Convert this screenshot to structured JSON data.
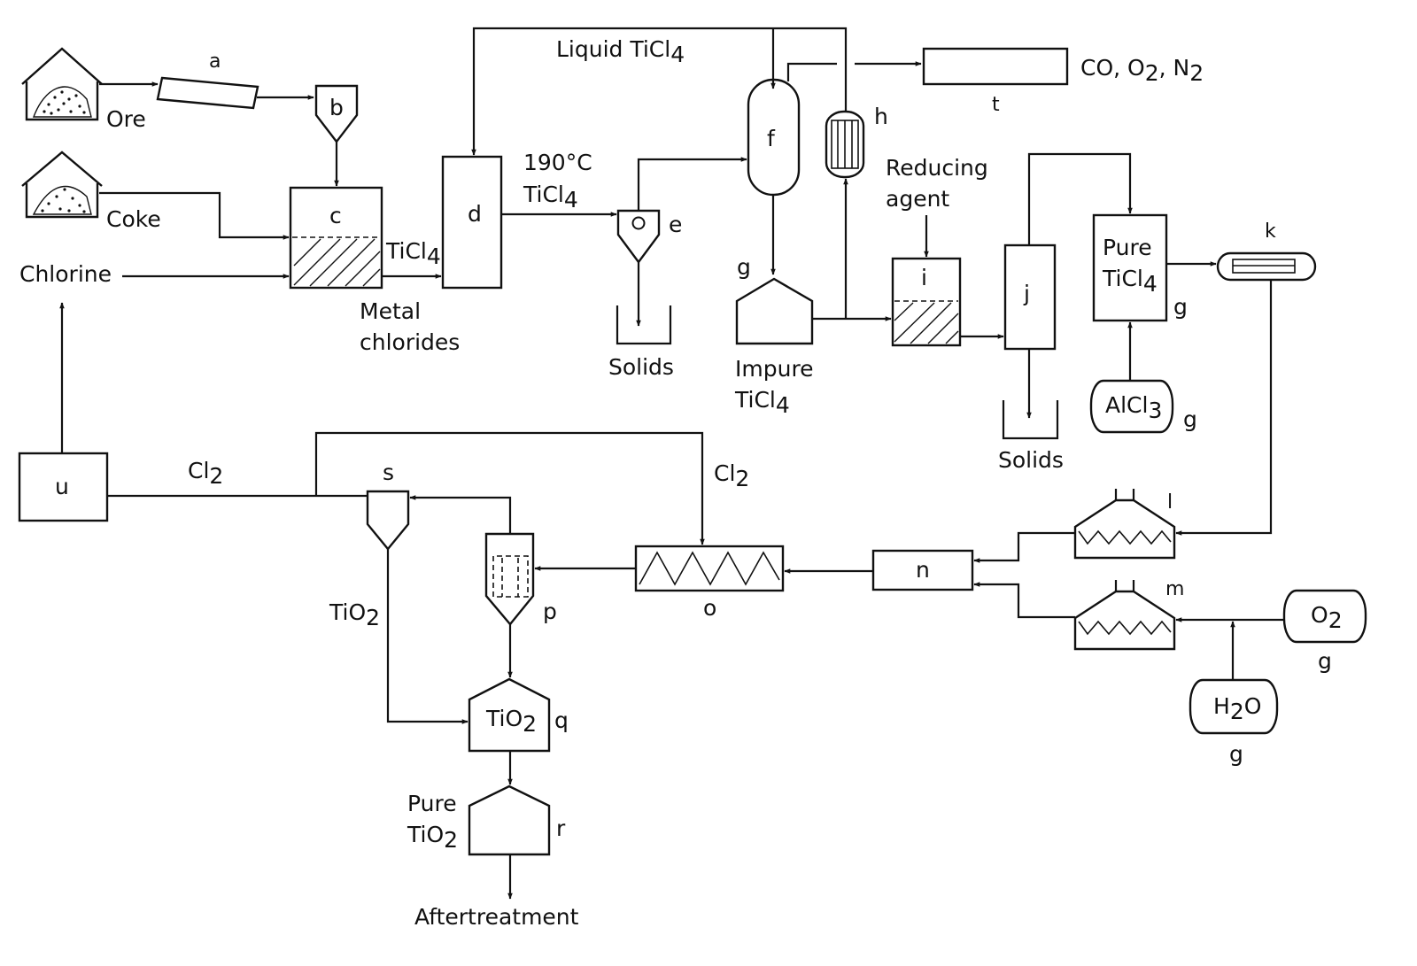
{
  "equipment": {
    "a": "a",
    "b": "b",
    "c": "c",
    "d": "d",
    "e": "e",
    "f": "f",
    "g1": "g",
    "g2": "g",
    "g3": "g",
    "g4": "g",
    "g5": "g",
    "h": "h",
    "i": "i",
    "j": "j",
    "k": "k",
    "l": "l",
    "m": "m",
    "n": "n",
    "o": "o",
    "p": "p",
    "q": "q",
    "r": "r",
    "s": "s",
    "t": "t",
    "u": "u"
  },
  "materials": {
    "ore": "Ore",
    "coke": "Coke",
    "chlorine": "Chlorine",
    "ticl4_c": {
      "main": "TiCl",
      "sub": "4"
    },
    "metal_chlorides_1": "Metal",
    "metal_chlorides_2": "chlorides",
    "temp_190": "190°C",
    "ticl4_d": {
      "main": "TiCl",
      "sub": "4"
    },
    "liquid_ticl4": {
      "main": "Liquid  TiCl",
      "sub": "4"
    },
    "solids_e": "Solids",
    "offgas": {
      "p1": "CO, O",
      "s1": "2",
      "p2": ", N",
      "s2": "2"
    },
    "reducing_1": "Reducing",
    "reducing_2": "agent",
    "impure_1": "Impure",
    "impure_2": {
      "main": "TiCl",
      "sub": "4"
    },
    "solids_j": "Solids",
    "pure_ticl4_1": "Pure",
    "pure_ticl4_2": {
      "main": "TiCl",
      "sub": "4"
    },
    "alcl3": {
      "main": "AlCl",
      "sub": "3"
    },
    "o2": {
      "main": "O",
      "sub": "2"
    },
    "h2o": {
      "p1": "H",
      "s1": "2",
      "p2": "O"
    },
    "cl2_u": {
      "main": "Cl",
      "sub": "2"
    },
    "cl2_o": {
      "main": "Cl",
      "sub": "2"
    },
    "tio2_s": {
      "main": "TiO",
      "sub": "2"
    },
    "tio2_q": {
      "main": "TiO",
      "sub": "2"
    },
    "pure_tio2_1": "Pure",
    "pure_tio2_2": {
      "main": "TiO",
      "sub": "2"
    },
    "aftertreatment": "Aftertreatment"
  }
}
